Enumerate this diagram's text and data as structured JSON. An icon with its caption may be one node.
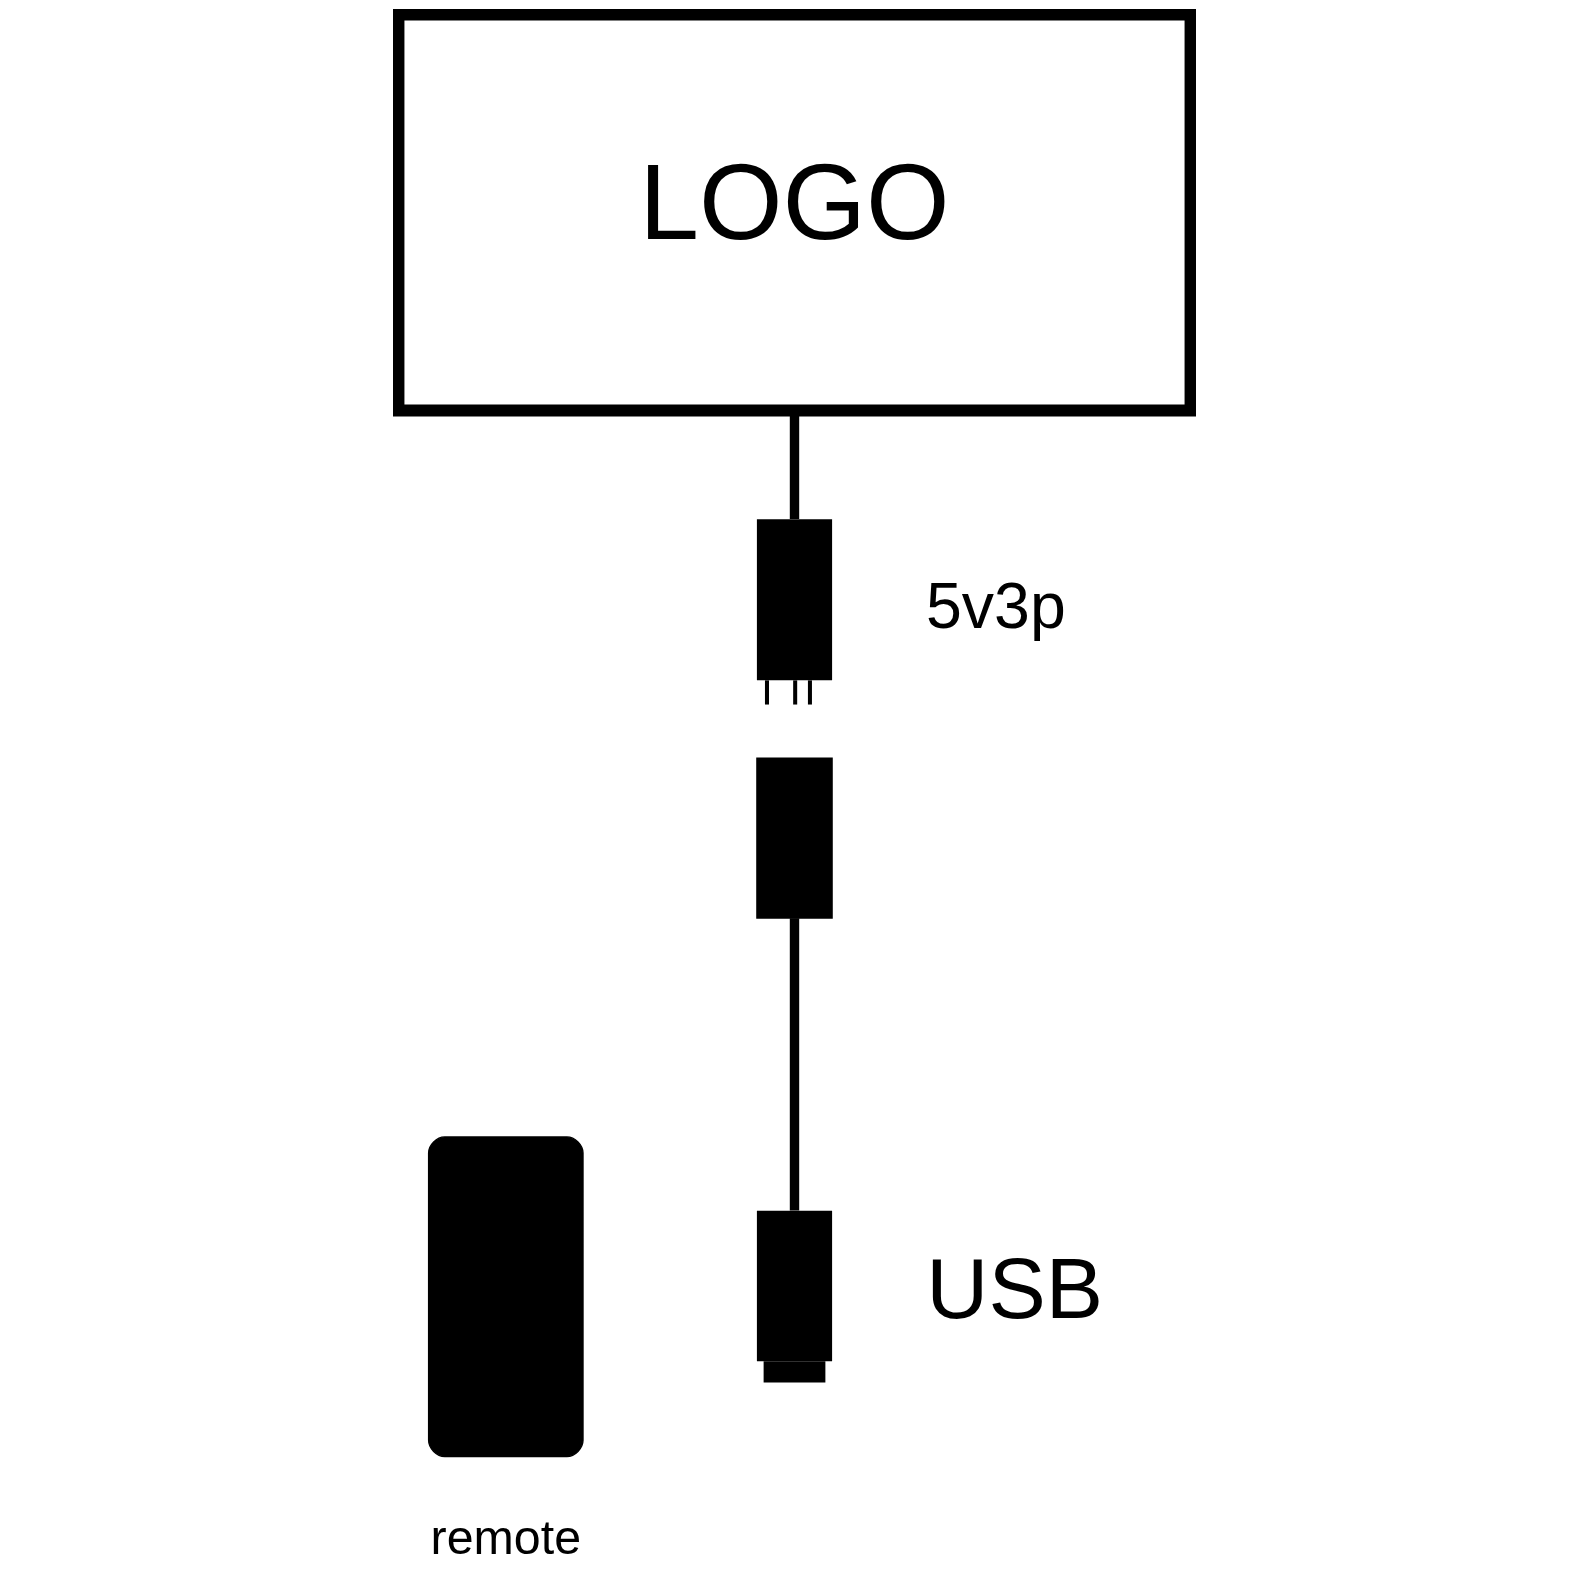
{
  "diagram": {
    "nodes": [
      {
        "text": [
          "LOGO"
        ]
      },
      {
        "text": [],
        "shape": "box",
        "beside": [
          "5v3p"
        ]
      },
      {
        "text": [],
        "shape": "box"
      },
      {
        "text": [],
        "shape": "box",
        "beside": [
          "USB"
        ]
      },
      {
        "text": [],
        "shape": "box",
        "beside": [
          "remote"
        ]
      }
    ],
    "edges": [
      {
        "from": 0,
        "to": 1,
        "arrow": "none"
      },
      {
        "from": 2,
        "to": 3,
        "arrow": "none"
      }
    ]
  }
}
